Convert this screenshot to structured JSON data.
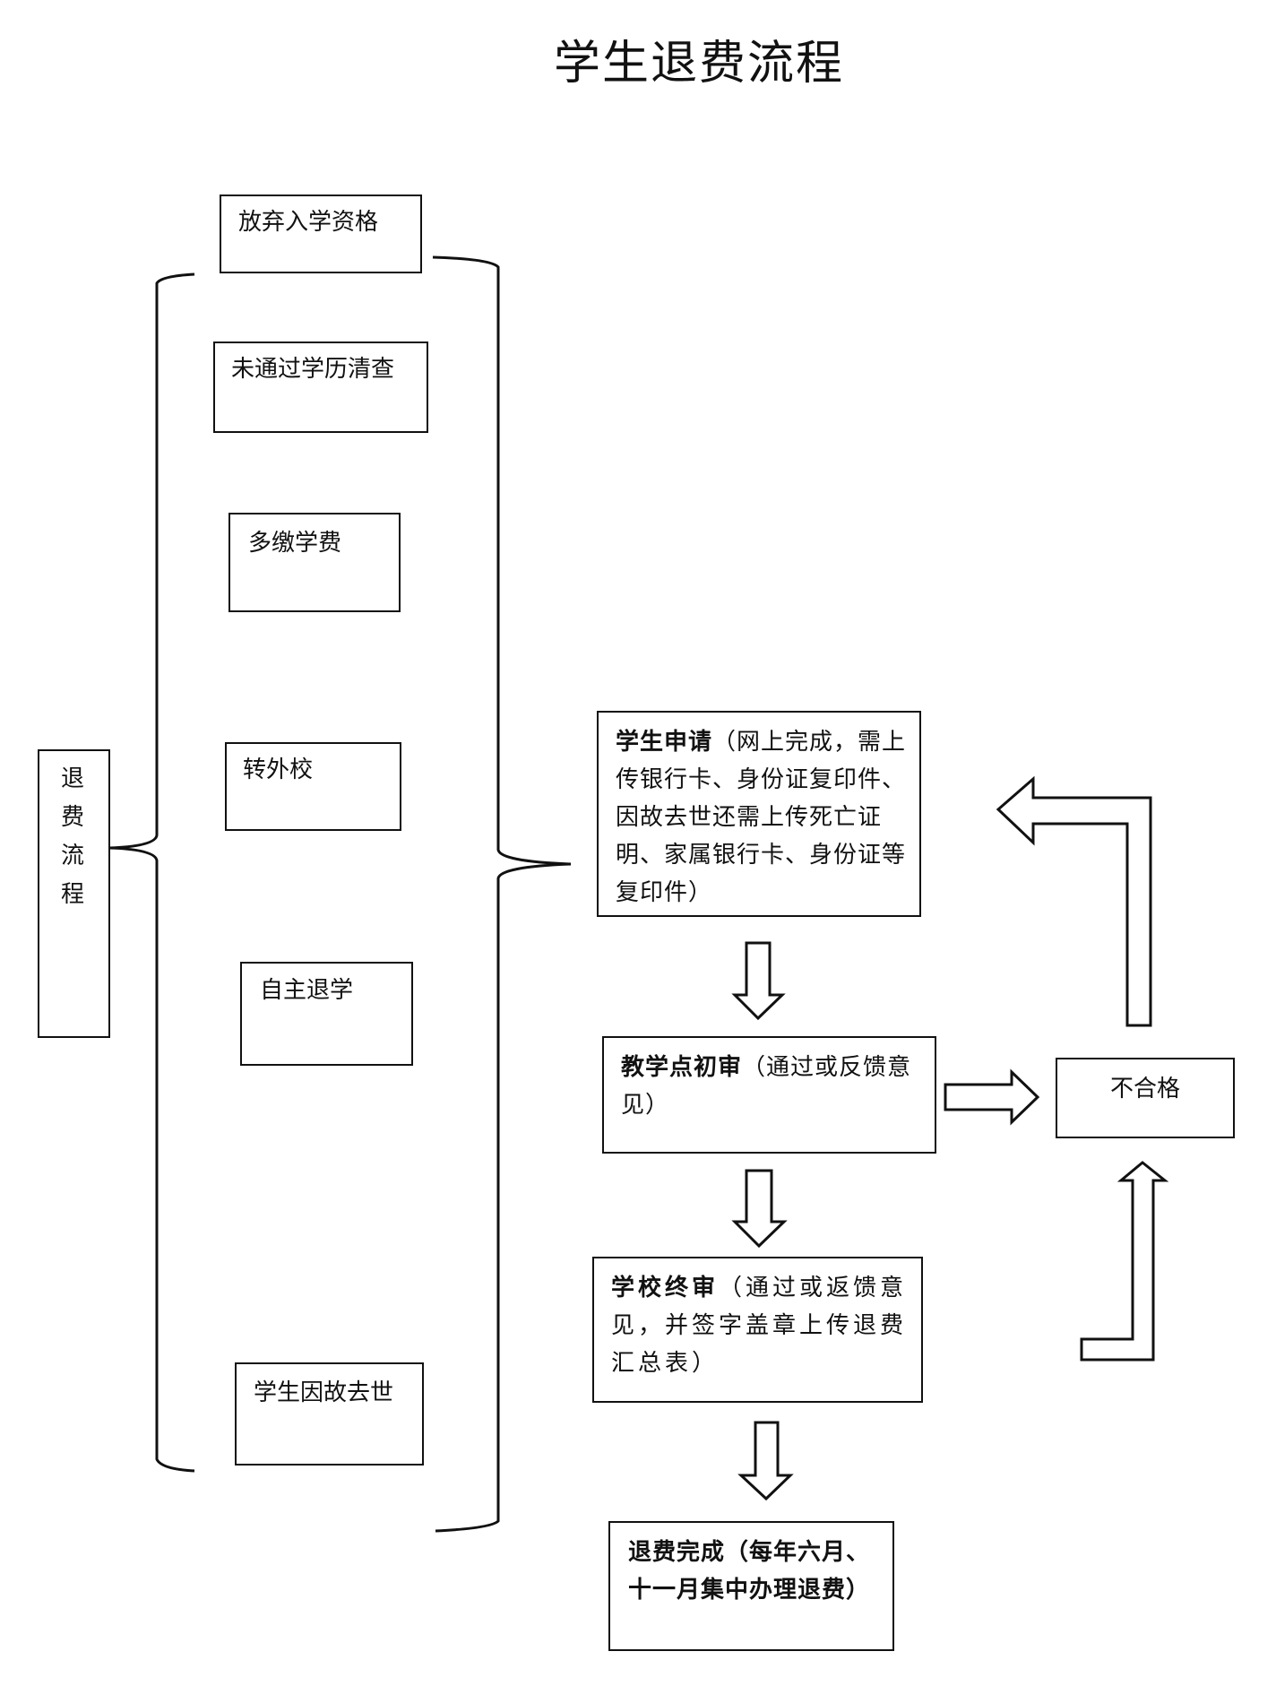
{
  "title": "学生退费流程",
  "root": {
    "label": "退费流程"
  },
  "reasons": [
    {
      "label": "放弃入学资格"
    },
    {
      "label": "未通过学历清查"
    },
    {
      "label": "多缴学费"
    },
    {
      "label": "转外校"
    },
    {
      "label": "自主退学"
    },
    {
      "label": "学生因故去世"
    }
  ],
  "steps": [
    {
      "label_bold": "学生申请",
      "label_rest": "（网上完成，需上传银行卡、身份证复印件、因故去世还需上传死亡证明、家属银行卡、身份证等复印件）"
    },
    {
      "label_bold": "教学点初审",
      "label_rest": "（通过或反馈意见）"
    },
    {
      "label_bold": "学校终审",
      "label_rest": "（通过或返馈意见，并签字盖章上传退费汇总表）"
    },
    {
      "label_bold": "退费完成（每年六月、十一月集中办理退费）",
      "label_rest": ""
    }
  ],
  "reject": {
    "label": "不合格"
  },
  "connectors": [
    {
      "from": "退费流程",
      "to": "reasons",
      "type": "brace"
    },
    {
      "from": "reasons",
      "to": "学生申请",
      "type": "brace"
    },
    {
      "from": "学生申请",
      "to": "教学点初审",
      "type": "block-arrow-down"
    },
    {
      "from": "教学点初审",
      "to": "学校终审",
      "type": "block-arrow-down"
    },
    {
      "from": "学校终审",
      "to": "退费完成",
      "type": "block-arrow-down"
    },
    {
      "from": "教学点初审",
      "to": "不合格",
      "type": "block-arrow-right"
    },
    {
      "from": "学校终审",
      "to": "不合格",
      "type": "bent-block-arrow-up"
    },
    {
      "from": "不合格",
      "to": "学生申请",
      "type": "bent-block-arrow-left"
    }
  ]
}
